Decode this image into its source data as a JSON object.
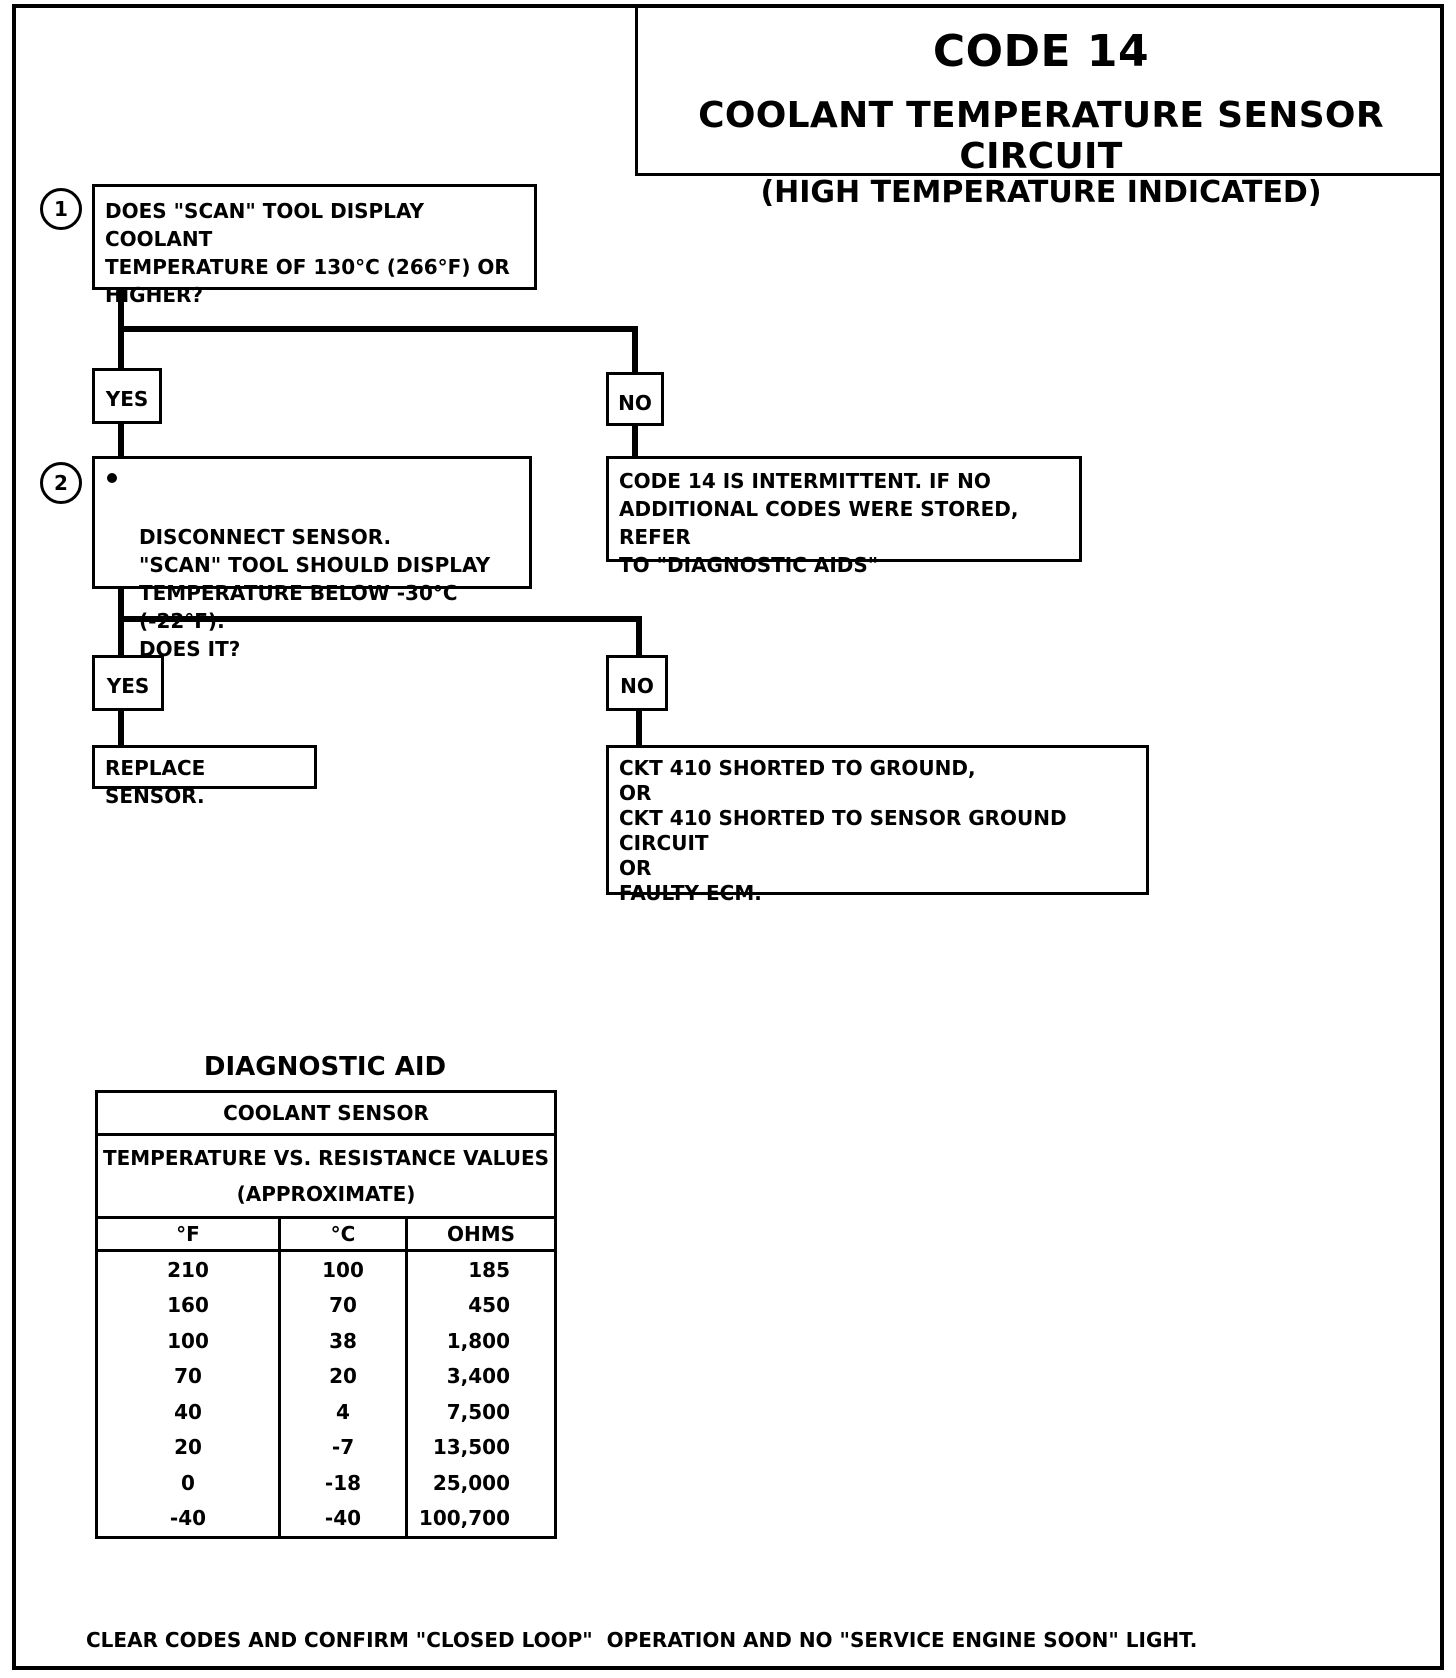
{
  "header": {
    "code": "CODE 14",
    "title": "COOLANT TEMPERATURE SENSOR CIRCUIT",
    "subtitle": "(HIGH TEMPERATURE INDICATED)"
  },
  "flow": {
    "step1": {
      "number": "1",
      "text": "DOES \"SCAN\" TOOL DISPLAY COOLANT\nTEMPERATURE OF 130°C (266°F) OR\nHIGHER?",
      "yes": "YES",
      "no": "NO",
      "no_result": "CODE 14 IS INTERMITTENT.  IF NO\nADDITIONAL CODES WERE STORED, REFER\nTO \"DIAGNOSTIC AIDS\""
    },
    "step2": {
      "number": "2",
      "text": "DISCONNECT SENSOR.\n\"SCAN\" TOOL SHOULD DISPLAY\nTEMPERATURE BELOW -30°C (-22°F).\nDOES IT?",
      "yes": "YES",
      "no": "NO",
      "yes_result": "REPLACE SENSOR.",
      "no_result": "CKT 410  SHORTED TO GROUND,\nOR\nCKT 410 SHORTED TO SENSOR GROUND CIRCUIT\nOR\nFAULTY ECM."
    }
  },
  "diagnostic_aid": {
    "title": "DIAGNOSTIC AID",
    "table_title": "COOLANT SENSOR",
    "table_subtitle": "TEMPERATURE VS. RESISTANCE VALUES",
    "table_note": "(APPROXIMATE)",
    "columns": [
      "°F",
      "°C",
      "OHMS"
    ],
    "rows": [
      [
        "210",
        "100",
        "185"
      ],
      [
        "160",
        "70",
        "450"
      ],
      [
        "100",
        "38",
        "1,800"
      ],
      [
        "70",
        "20",
        "3,400"
      ],
      [
        "40",
        "4",
        "7,500"
      ],
      [
        "20",
        "-7",
        "13,500"
      ],
      [
        "0",
        "-18",
        "25,000"
      ],
      [
        "-40",
        "-40",
        "100,700"
      ]
    ]
  },
  "footer": "CLEAR CODES AND CONFIRM \"CLOSED LOOP\"  OPERATION AND NO \"SERVICE ENGINE SOON\" LIGHT."
}
